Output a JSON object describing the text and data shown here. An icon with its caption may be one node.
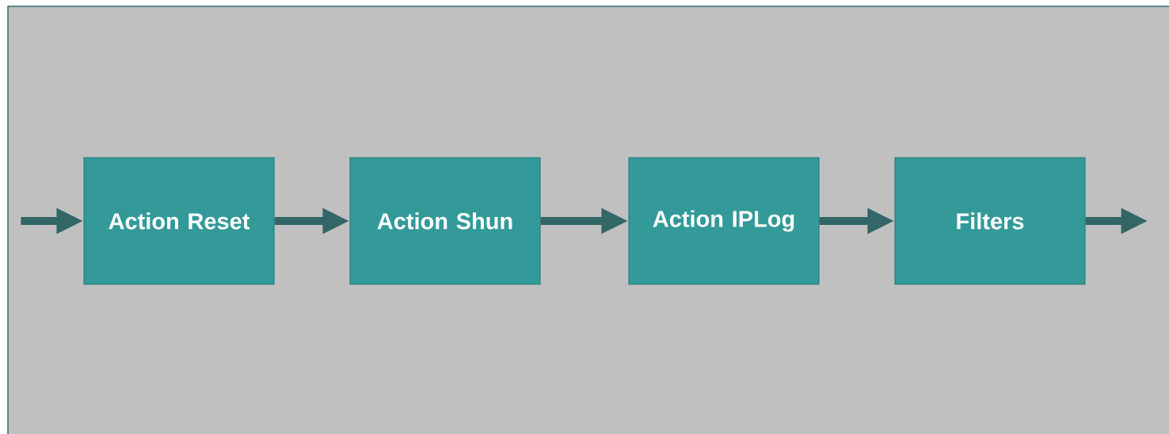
{
  "diagram": {
    "nodes": [
      {
        "text": [
          "Action Reset"
        ]
      },
      {
        "text": [
          "Action Shun"
        ]
      },
      {
        "text": [
          "Action IPLog"
        ]
      },
      {
        "text": [
          "Filters"
        ]
      }
    ],
    "edges": [
      {
        "from": null,
        "to": 0,
        "arrow": "to"
      },
      {
        "from": 0,
        "to": 1,
        "arrow": "to"
      },
      {
        "from": 1,
        "to": 2,
        "arrow": "to"
      },
      {
        "from": 2,
        "to": 3,
        "arrow": "to"
      },
      {
        "from": 3,
        "to": null,
        "arrow": "to"
      }
    ]
  }
}
